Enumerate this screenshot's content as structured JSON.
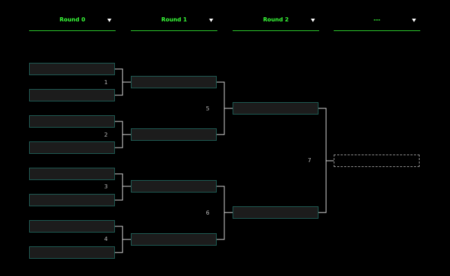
{
  "rounds": [
    {
      "label": "Round 0"
    },
    {
      "label": "Round 1"
    },
    {
      "label": "Round 2"
    },
    {
      "label": "---"
    }
  ],
  "matches": [
    "1",
    "2",
    "3",
    "4",
    "5",
    "6",
    "7"
  ],
  "colors": {
    "background": "#000000",
    "header_text": "#39ff39",
    "header_underline": "#2fd62f",
    "slot_fill": "#1c1c1c",
    "slot_border": "#1f5f57",
    "connector": "#e0e0e0",
    "placeholder_border": "#9a9a9a"
  }
}
